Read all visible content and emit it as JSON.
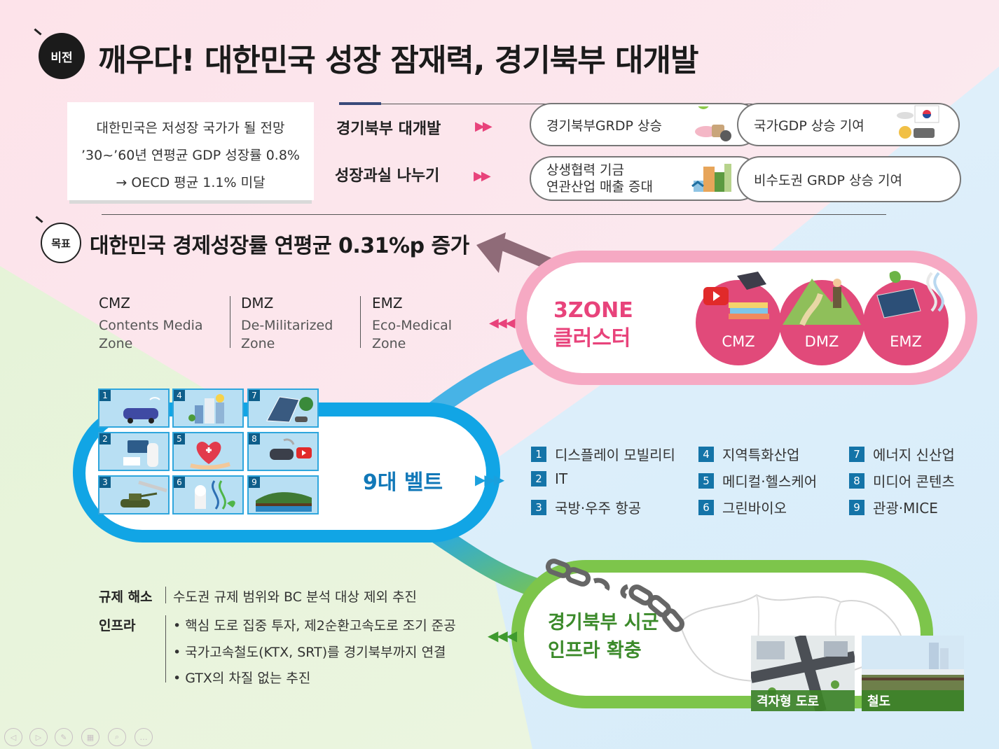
{
  "header": {
    "vision_badge": "비전",
    "title": "깨우다! 대한민국 성장 잠재력, 경기북부 대개발"
  },
  "outlook": {
    "line1": "대한민국은  저성장 국가가 될 전망",
    "line2": "’30~’60년 연평균 GDP 성장률 0.8%",
    "line3": "→  OECD 평균 1.1% 미달"
  },
  "rows": [
    {
      "label": "경기북부 대개발",
      "arrows": "▶▶",
      "pill1": "경기북부GRDP 상승",
      "pill2": "국가GDP 상승 기여"
    },
    {
      "label": "성장과실  나누기",
      "arrows": "▶▶",
      "pill1_line1": "상생협력 기금",
      "pill1_line2": "연관산업 매출 증대",
      "pill2": "비수도권 GRDP 상승 기여"
    }
  ],
  "goal": {
    "badge": "목표",
    "title": "대한민국 경제성장률 연평균 0.31%p 증가"
  },
  "zones": [
    {
      "abbr": "CMZ",
      "full1": "Contents Media",
      "full2": "Zone"
    },
    {
      "abbr": "DMZ",
      "full1": "De-Militarized",
      "full2": "Zone"
    },
    {
      "abbr": "EMZ",
      "full1": "Eco-Medical",
      "full2": "Zone"
    }
  ],
  "cluster": {
    "arrows": "◀◀◀",
    "title1": "3ZONE",
    "title2": "클러스터",
    "circles": [
      "CMZ",
      "DMZ",
      "EMZ"
    ]
  },
  "belt": {
    "title": "9대 벨트",
    "arrows": "▶▶▶",
    "tiles": [
      "1",
      "2",
      "3",
      "4",
      "5",
      "6",
      "7",
      "8",
      "9"
    ],
    "items": [
      {
        "num": "1",
        "label": "디스플레이 모빌리티"
      },
      {
        "num": "2",
        "label": "IT"
      },
      {
        "num": "3",
        "label": "국방·우주 항공"
      },
      {
        "num": "4",
        "label": "지역특화산업"
      },
      {
        "num": "5",
        "label": "메디컬·헬스케어"
      },
      {
        "num": "6",
        "label": "그린바이오"
      },
      {
        "num": "7",
        "label": "에너지 신산업"
      },
      {
        "num": "8",
        "label": "미디어 콘텐츠"
      },
      {
        "num": "9",
        "label": "관광·MICE"
      }
    ]
  },
  "infra": {
    "reg_label": "규제 해소",
    "reg_text": "수도권 규제 범위와 BC 분석 대상 제외 추진",
    "infra_label": "인프라",
    "bullets": [
      "• 핵심 도로 집중 투자, 제2순환고속도로 조기 준공",
      "• 국가고속철도(KTX, SRT)를 경기북부까지 연결",
      "• GTX의 차질 없는 추진"
    ],
    "arrows": "◀◀◀",
    "title1": "경기북부 시군",
    "title2": "인프라 확충",
    "photo1": "격자형 도로",
    "photo2": "철도"
  },
  "colors": {
    "pink": "#e8437b",
    "blue": "#11a5e5",
    "green": "#7dc54b",
    "navy": "#1474a8"
  },
  "icons": {
    "slide_controls": [
      "prev-icon",
      "next-icon",
      "pen-icon",
      "grid-icon",
      "zoom-icon",
      "more-icon"
    ]
  }
}
